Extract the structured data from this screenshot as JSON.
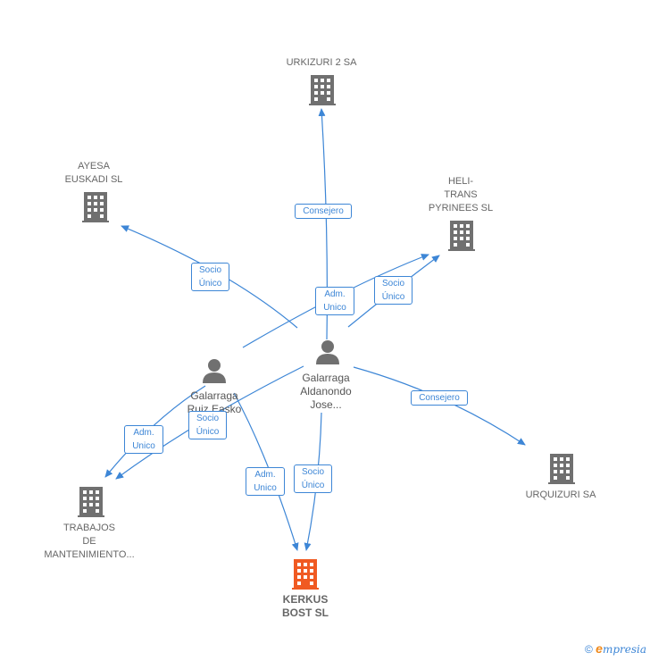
{
  "companies": {
    "urkizuri": {
      "name": "URKIZURI 2 SA"
    },
    "ayesa": {
      "line1": "AYESA",
      "line2": "EUSKADI  SL"
    },
    "heli": {
      "line1": "HELI-",
      "line2": "TRANS",
      "line3": "PYRINEES SL"
    },
    "urquizuri": {
      "name": "URQUIZURI SA"
    },
    "trabajos": {
      "line1": "TRABAJOS",
      "line2": "DE",
      "line3": "MANTENIMIENTO..."
    },
    "kerkus": {
      "line1": "KERKUS",
      "line2": "BOST  SL"
    }
  },
  "persons": {
    "ruiz": {
      "line1": "Galarraga",
      "line2": "Ruiz Easko"
    },
    "aldanondo": {
      "line1": "Galarraga",
      "line2": "Aldanondo",
      "line3": "Jose..."
    }
  },
  "relations": {
    "consejero_urkizuri": "Consejero",
    "socio_ayesa": [
      "Socio",
      "Único"
    ],
    "adm_heli": [
      "Adm.",
      "Unico"
    ],
    "socio_heli": [
      "Socio",
      "Único"
    ],
    "consejero_urquizuri": "Consejero",
    "adm_trabajos": [
      "Adm.",
      "Unico"
    ],
    "socio_trabajos": [
      "Socio",
      "Único"
    ],
    "adm_kerkus": [
      "Adm.",
      "Unico"
    ],
    "socio_kerkus": [
      "Socio",
      "Único"
    ]
  },
  "footer": {
    "copyright": "©",
    "brand_first": "e",
    "brand_rest": "mpresia"
  },
  "colors": {
    "edge": "#3d86d6",
    "company": "#707070",
    "focus": "#f05a22",
    "person": "#707070"
  }
}
